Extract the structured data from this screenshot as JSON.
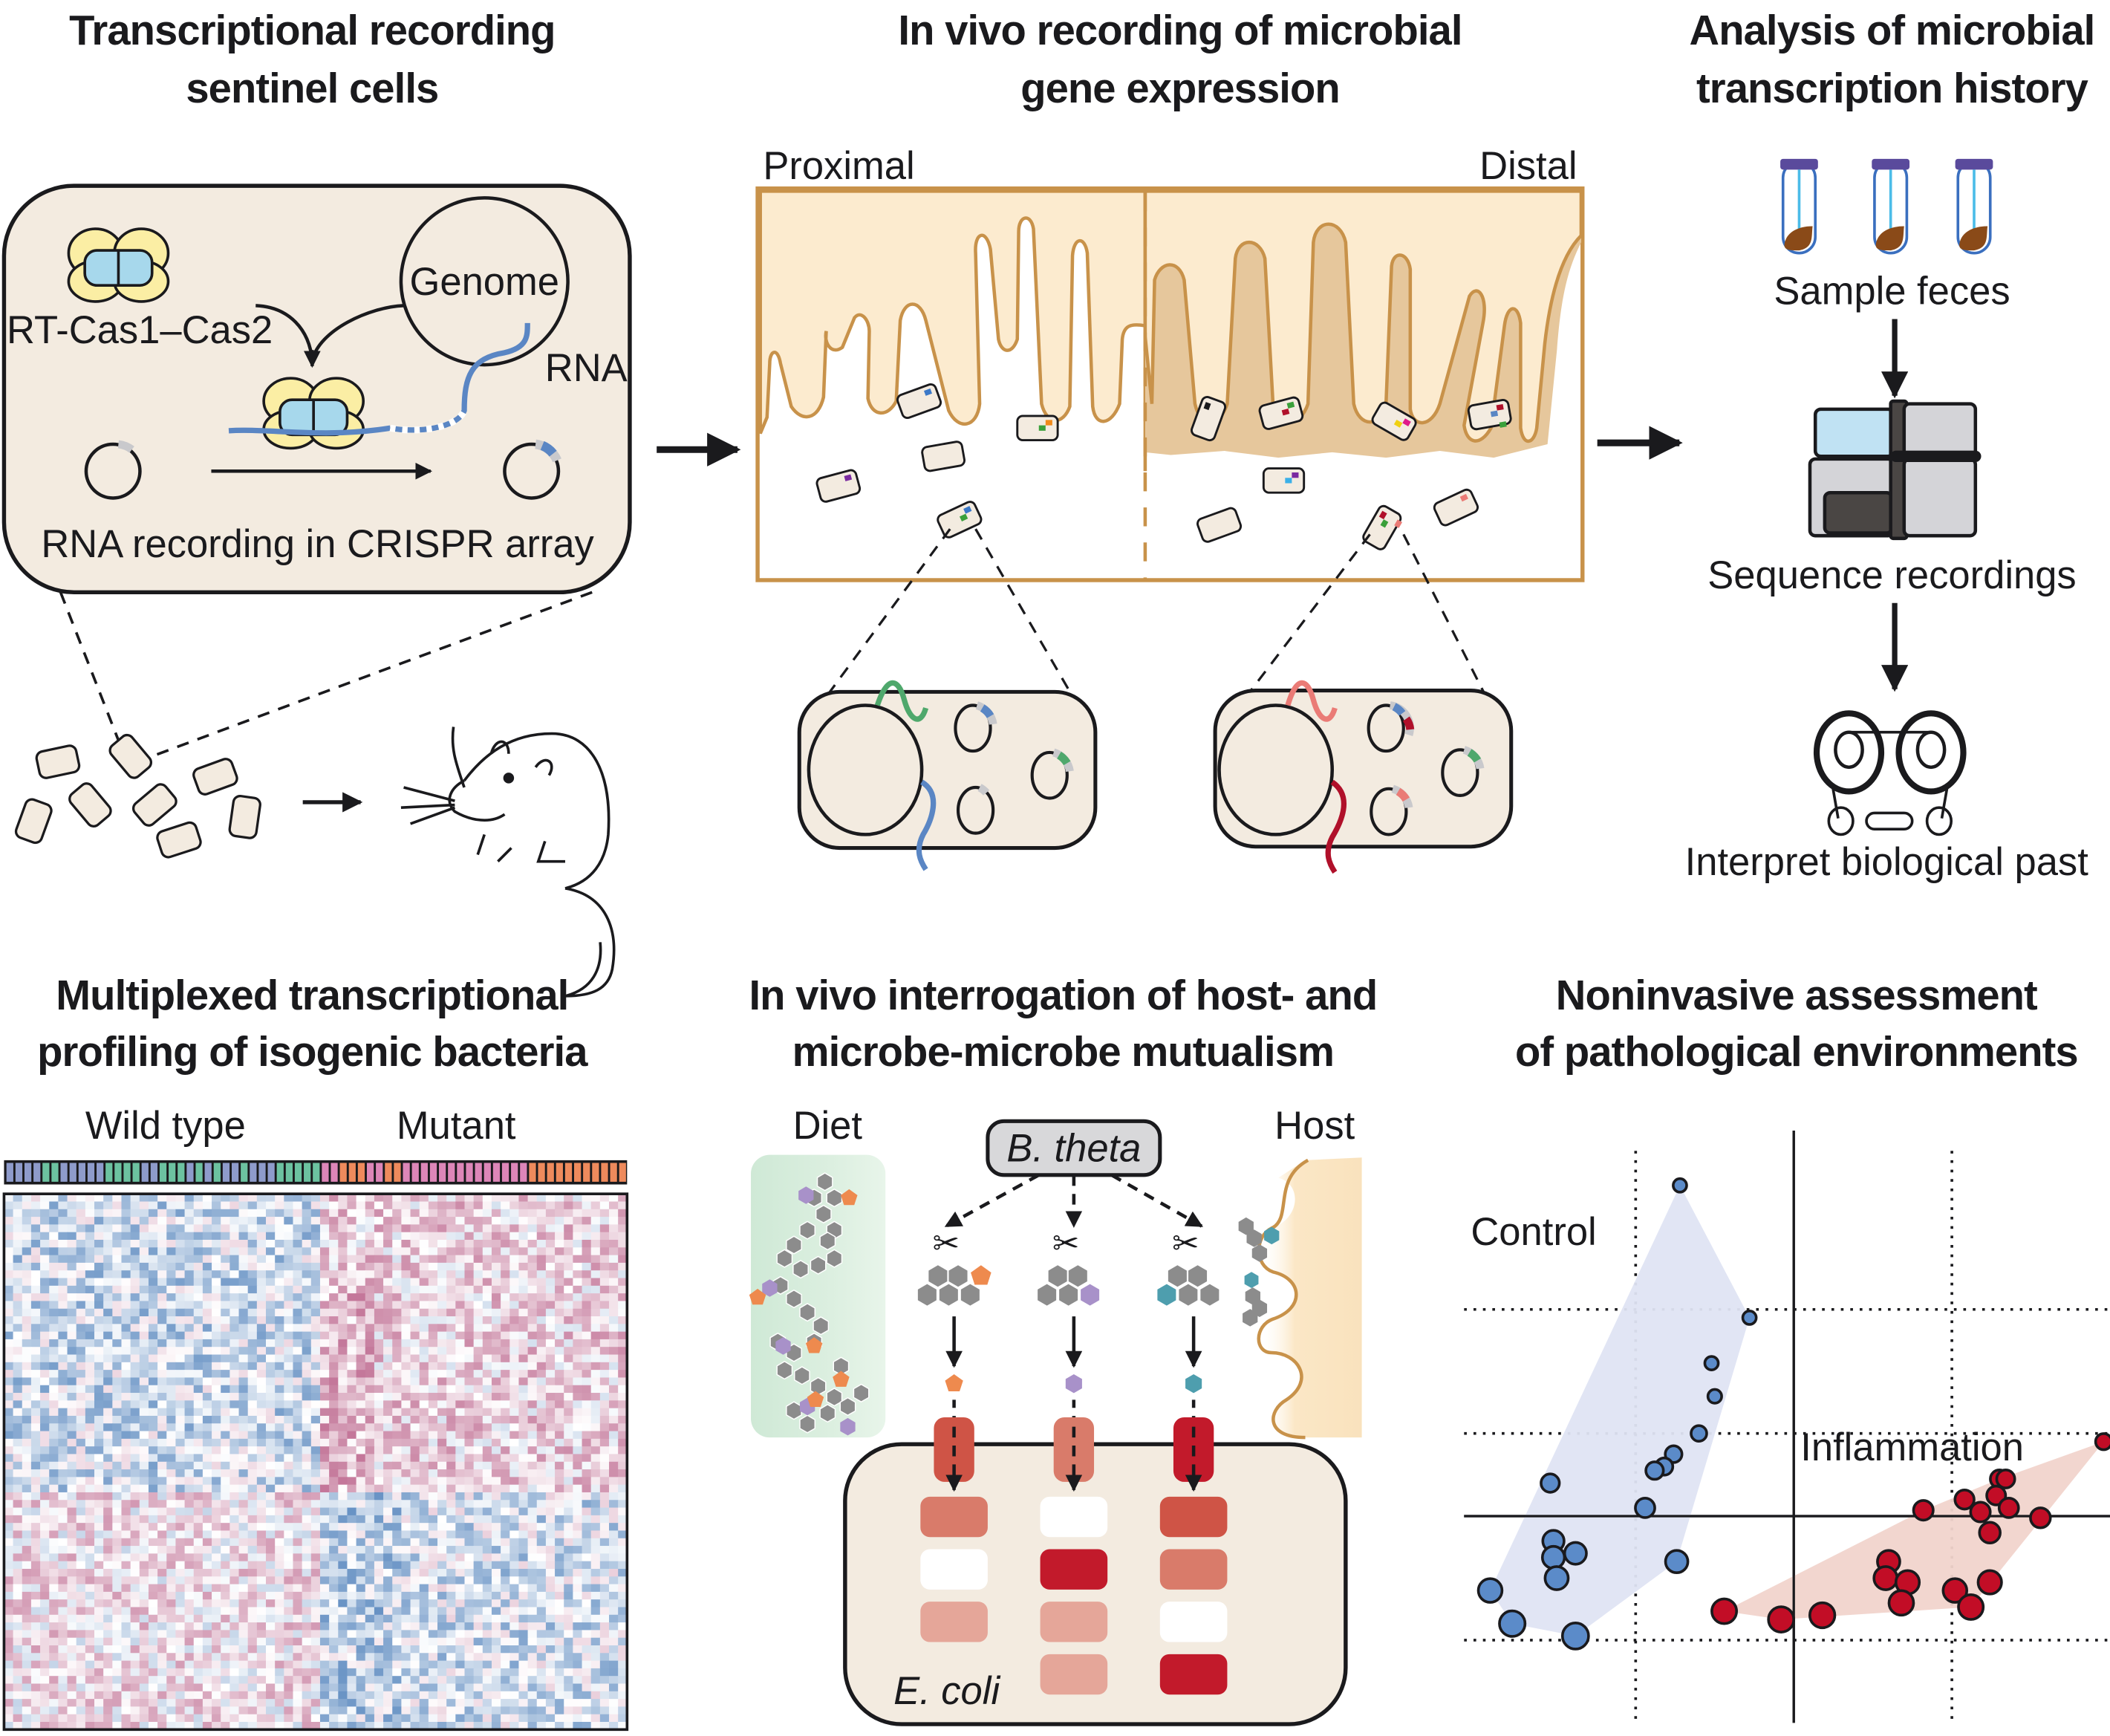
{
  "panels": {
    "sentinel": {
      "title_line1": "Transcriptional recording",
      "title_line2": "sentinel cells",
      "protein_label": "RT-Cas1–Cas2",
      "genome_label": "Genome",
      "rna_label": "RNA",
      "caption": "RNA recording in CRISPR array"
    },
    "invivo": {
      "title_line1": "In vivo recording of microbial",
      "title_line2": "gene expression",
      "proximal_label": "Proximal",
      "distal_label": "Distal"
    },
    "analysis": {
      "title_line1": "Analysis of microbial",
      "title_line2": "transcription history",
      "steps": [
        "Sample feces",
        "Sequence recordings",
        "Interpret biological past"
      ]
    },
    "multiplexed": {
      "title_line1": "Multiplexed transcriptional",
      "title_line2": "profiling of isogenic bacteria",
      "group_labels": [
        "Wild type",
        "Mutant"
      ],
      "sample_bar": "BBBBGGBBBBBGGGGBBGGGBGBGBBGBBBGGGGGPPOOOPPOOPPPPPPPPPPPPPPOOOOOOOOOOO",
      "sample_colors": {
        "B": "#8e9bcb",
        "G": "#6cc2a0",
        "P": "#dd86b8",
        "O": "#ee8a5c"
      },
      "heatmap_colors": {
        "low": "#1f5ea8",
        "mid": "#ffffff",
        "high": "#b04a78"
      },
      "heatmap_rows": 70
    },
    "mutualism": {
      "title_line1": "In vivo interrogation of host- and",
      "title_line2": "microbe-microbe mutualism",
      "diet_label": "Diet",
      "host_label": "Host",
      "microbe_label": "B. theta",
      "recipient_label": "E. coli",
      "metabolite_colors": [
        "#ee8a4e",
        "#a891c9",
        "#4e9eae"
      ],
      "receptor_colors": [
        "#cf5446",
        "#d97b6a",
        "#c21a2b"
      ],
      "expression_columns": [
        [
          "#d97b6a",
          "#ffffff",
          "#e5a699"
        ],
        [
          "#ffffff",
          "#c21a2b",
          "#e5a699",
          "#e5a699"
        ],
        [
          "#cf5446",
          "#d97b6a",
          "#ffffff",
          "#c21a2b"
        ]
      ]
    },
    "noninvasive": {
      "title_line1": "Noninvasive assessment",
      "title_line2": "of pathological environments",
      "control_label": "Control",
      "inflammation_label": "Inflammation"
    }
  },
  "chart_data": {
    "type": "scatter",
    "title": "Noninvasive assessment of pathological environments",
    "xlabel": "",
    "ylabel": "",
    "xlim": [
      -5,
      5
    ],
    "ylim": [
      -2.5,
      4.5
    ],
    "grid": "dotted",
    "series": [
      {
        "name": "Control",
        "color": "#5b8bc9",
        "hull_color": "#dfe4f3",
        "points": [
          [
            -1.8,
            4.0
          ],
          [
            -0.7,
            2.4
          ],
          [
            -1.3,
            1.85
          ],
          [
            -1.25,
            1.45
          ],
          [
            -1.5,
            1.0
          ],
          [
            -1.9,
            0.75
          ],
          [
            -2.05,
            0.6
          ],
          [
            -2.2,
            0.55
          ],
          [
            -3.85,
            0.4
          ],
          [
            -2.35,
            0.1
          ],
          [
            -1.85,
            -0.55
          ],
          [
            -3.8,
            -0.3
          ],
          [
            -3.8,
            -0.5
          ],
          [
            -3.45,
            -0.45
          ],
          [
            -3.75,
            -0.75
          ],
          [
            -4.8,
            -0.9
          ],
          [
            -4.45,
            -1.3
          ],
          [
            -3.45,
            -1.45
          ]
        ]
      },
      {
        "name": "Inflammation",
        "color": "#c20d26",
        "hull_color": "#f1d4cc",
        "points": [
          [
            4.9,
            0.9
          ],
          [
            3.25,
            0.45
          ],
          [
            3.35,
            0.45
          ],
          [
            3.2,
            0.25
          ],
          [
            2.7,
            0.2
          ],
          [
            2.05,
            0.07
          ],
          [
            2.95,
            0.05
          ],
          [
            3.4,
            0.1
          ],
          [
            3.9,
            -0.02
          ],
          [
            3.1,
            -0.2
          ],
          [
            3.1,
            -0.8
          ],
          [
            1.5,
            -0.55
          ],
          [
            1.45,
            -0.75
          ],
          [
            1.8,
            -0.8
          ],
          [
            1.7,
            -1.05
          ],
          [
            2.55,
            -0.9
          ],
          [
            2.8,
            -1.1
          ],
          [
            -1.1,
            -1.15
          ],
          [
            -0.2,
            -1.25
          ],
          [
            0.45,
            -1.2
          ]
        ]
      }
    ],
    "annotations": [
      "Control",
      "Inflammation"
    ]
  }
}
